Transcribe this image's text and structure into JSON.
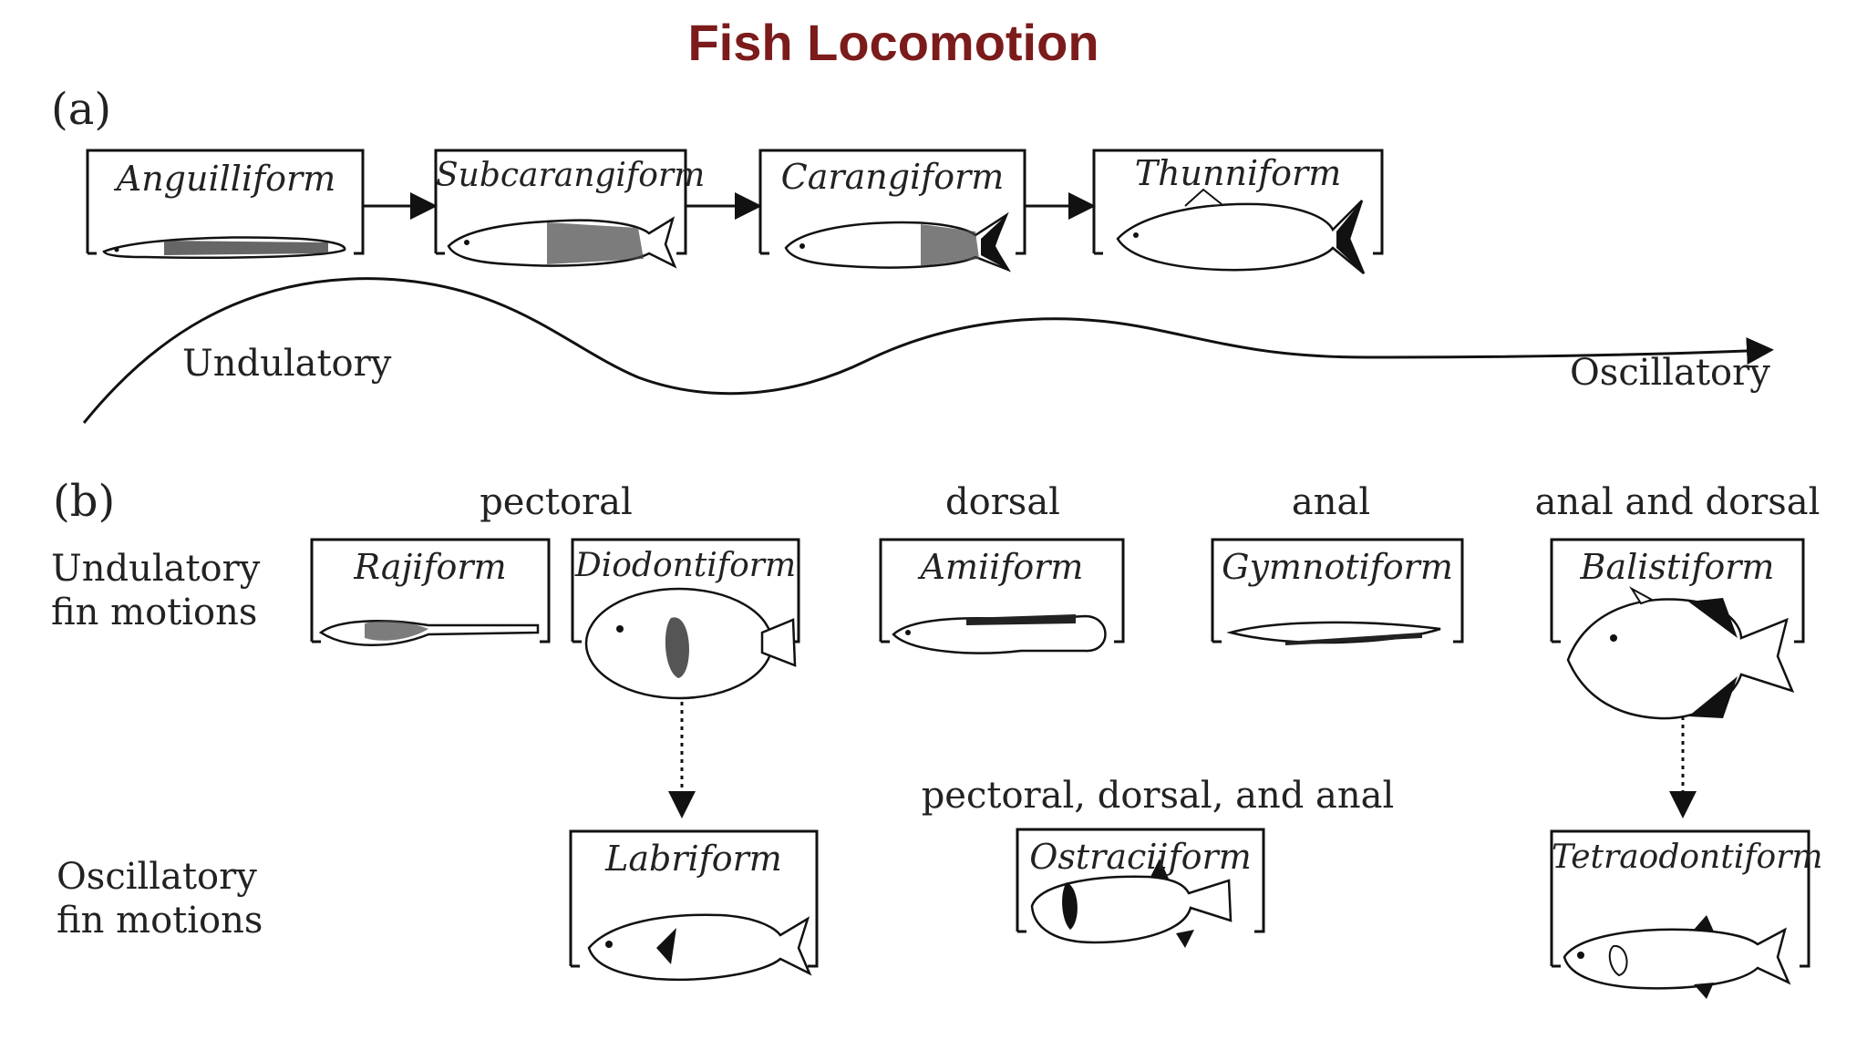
{
  "title": "Fish Locomotion",
  "panel_a": {
    "label": "(a)",
    "modes": [
      "Anguilliform",
      "Subcarangiform",
      "Carangiform",
      "Thunniform"
    ],
    "axis_start": "Undulatory",
    "axis_end": "Oscillatory"
  },
  "panel_b": {
    "label": "(b)",
    "row_undulatory": [
      "Undulatory",
      "fin motions"
    ],
    "row_oscillatory": [
      "Oscillatory",
      "fin motions"
    ],
    "groups": {
      "pectoral": "pectoral",
      "dorsal": "dorsal",
      "anal": "anal",
      "anal_dorsal": "anal and dorsal",
      "all": "pectoral, dorsal, and anal"
    },
    "undulatory_modes": [
      "Rajiform",
      "Diodontiform",
      "Amiiform",
      "Gymnotiform",
      "Balistiform"
    ],
    "oscillatory_modes": [
      "Labriform",
      "Ostraciiform",
      "Tetraodontiform"
    ]
  }
}
